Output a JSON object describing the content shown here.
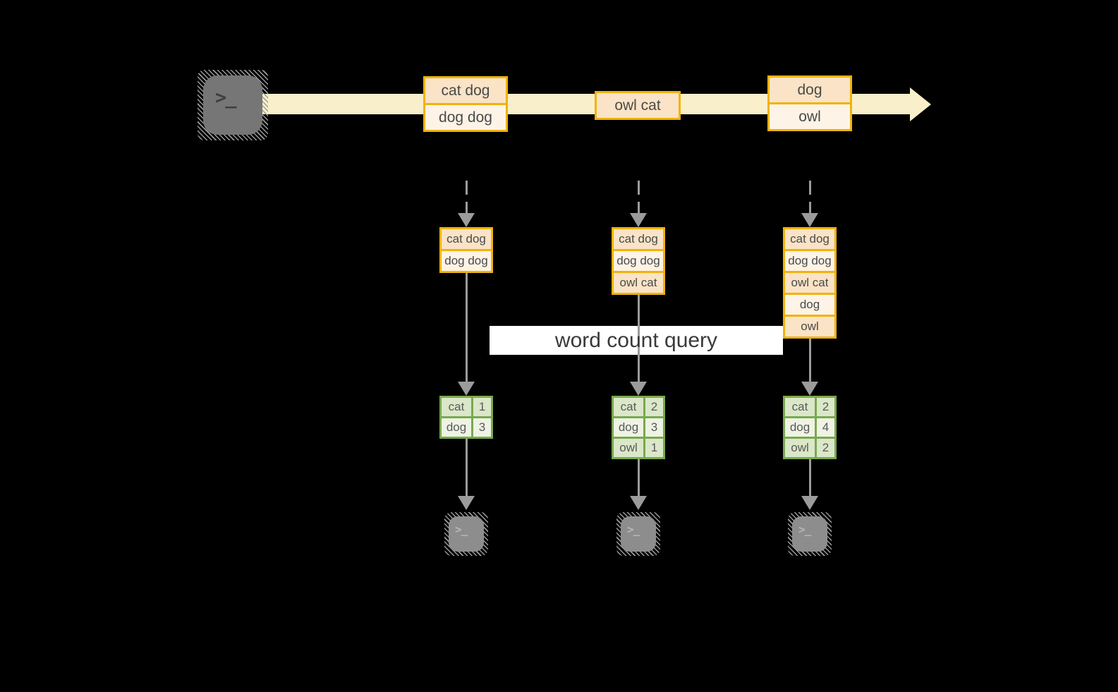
{
  "stream": {
    "batches": [
      {
        "lines": [
          "cat dog",
          "dog dog"
        ]
      },
      {
        "lines": [
          "owl cat"
        ]
      },
      {
        "lines": [
          "dog",
          "owl"
        ]
      }
    ]
  },
  "query_box": {
    "label": "word count query"
  },
  "columns": [
    {
      "buffer": [
        "cat dog",
        "dog dog"
      ],
      "word_counts": [
        {
          "word": "cat",
          "count": "1"
        },
        {
          "word": "dog",
          "count": "3"
        }
      ]
    },
    {
      "buffer": [
        "cat dog",
        "dog dog",
        "owl cat"
      ],
      "word_counts": [
        {
          "word": "cat",
          "count": "2"
        },
        {
          "word": "dog",
          "count": "3"
        },
        {
          "word": "owl",
          "count": "1"
        }
      ]
    },
    {
      "buffer": [
        "cat dog",
        "dog dog",
        "owl cat",
        "dog",
        "owl"
      ],
      "word_counts": [
        {
          "word": "cat",
          "count": "2"
        },
        {
          "word": "dog",
          "count": "4"
        },
        {
          "word": "owl",
          "count": "2"
        }
      ]
    }
  ],
  "icons": {
    "prompt_glyph": ">_"
  },
  "colors": {
    "background": "#000000",
    "orange_border": "#f0b30c",
    "peach_dark": "#fae3c6",
    "peach_light": "#fdf3e6",
    "stream_band": "#f9efca",
    "green_border": "#79a94f",
    "green_dark": "#dbe7c9",
    "green_light": "#eef3e4",
    "arrow_gray": "#9b9b9b",
    "query_box_bg": "#ffffff"
  }
}
